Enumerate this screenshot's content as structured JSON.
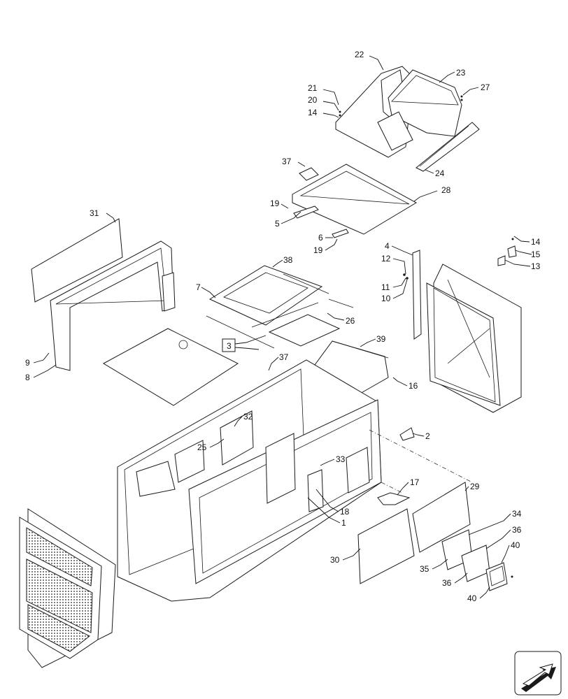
{
  "callouts": [
    {
      "id": "c22",
      "text": "22"
    },
    {
      "id": "c23",
      "text": "23"
    },
    {
      "id": "c21",
      "text": "21"
    },
    {
      "id": "c20",
      "text": "20"
    },
    {
      "id": "c14a",
      "text": "14"
    },
    {
      "id": "c27",
      "text": "27"
    },
    {
      "id": "c37a",
      "text": "37"
    },
    {
      "id": "c24",
      "text": "24"
    },
    {
      "id": "c28",
      "text": "28"
    },
    {
      "id": "c31",
      "text": "31"
    },
    {
      "id": "c19a",
      "text": "19"
    },
    {
      "id": "c5",
      "text": "5"
    },
    {
      "id": "c6",
      "text": "6"
    },
    {
      "id": "c19b",
      "text": "19"
    },
    {
      "id": "c4",
      "text": "4"
    },
    {
      "id": "c14b",
      "text": "14"
    },
    {
      "id": "c15",
      "text": "15"
    },
    {
      "id": "c13",
      "text": "13"
    },
    {
      "id": "c12",
      "text": "12"
    },
    {
      "id": "c38",
      "text": "38"
    },
    {
      "id": "c7",
      "text": "7"
    },
    {
      "id": "c11",
      "text": "11"
    },
    {
      "id": "c10",
      "text": "10"
    },
    {
      "id": "c26",
      "text": "26"
    },
    {
      "id": "c3",
      "text": "3"
    },
    {
      "id": "c39",
      "text": "39"
    },
    {
      "id": "c9",
      "text": "9"
    },
    {
      "id": "c37b",
      "text": "37"
    },
    {
      "id": "c8",
      "text": "8"
    },
    {
      "id": "c16",
      "text": "16"
    },
    {
      "id": "c32",
      "text": "32"
    },
    {
      "id": "c2",
      "text": "2"
    },
    {
      "id": "c25",
      "text": "25"
    },
    {
      "id": "c33",
      "text": "33"
    },
    {
      "id": "c17",
      "text": "17"
    },
    {
      "id": "c29",
      "text": "29"
    },
    {
      "id": "c18",
      "text": "18"
    },
    {
      "id": "c1",
      "text": "1"
    },
    {
      "id": "c34",
      "text": "34"
    },
    {
      "id": "c36a",
      "text": "36"
    },
    {
      "id": "c40a",
      "text": "40"
    },
    {
      "id": "c30",
      "text": "30"
    },
    {
      "id": "c35",
      "text": "35"
    },
    {
      "id": "c36b",
      "text": "36"
    },
    {
      "id": "c40b",
      "text": "40"
    }
  ],
  "icons": {
    "navigation": "arrow-icon"
  }
}
